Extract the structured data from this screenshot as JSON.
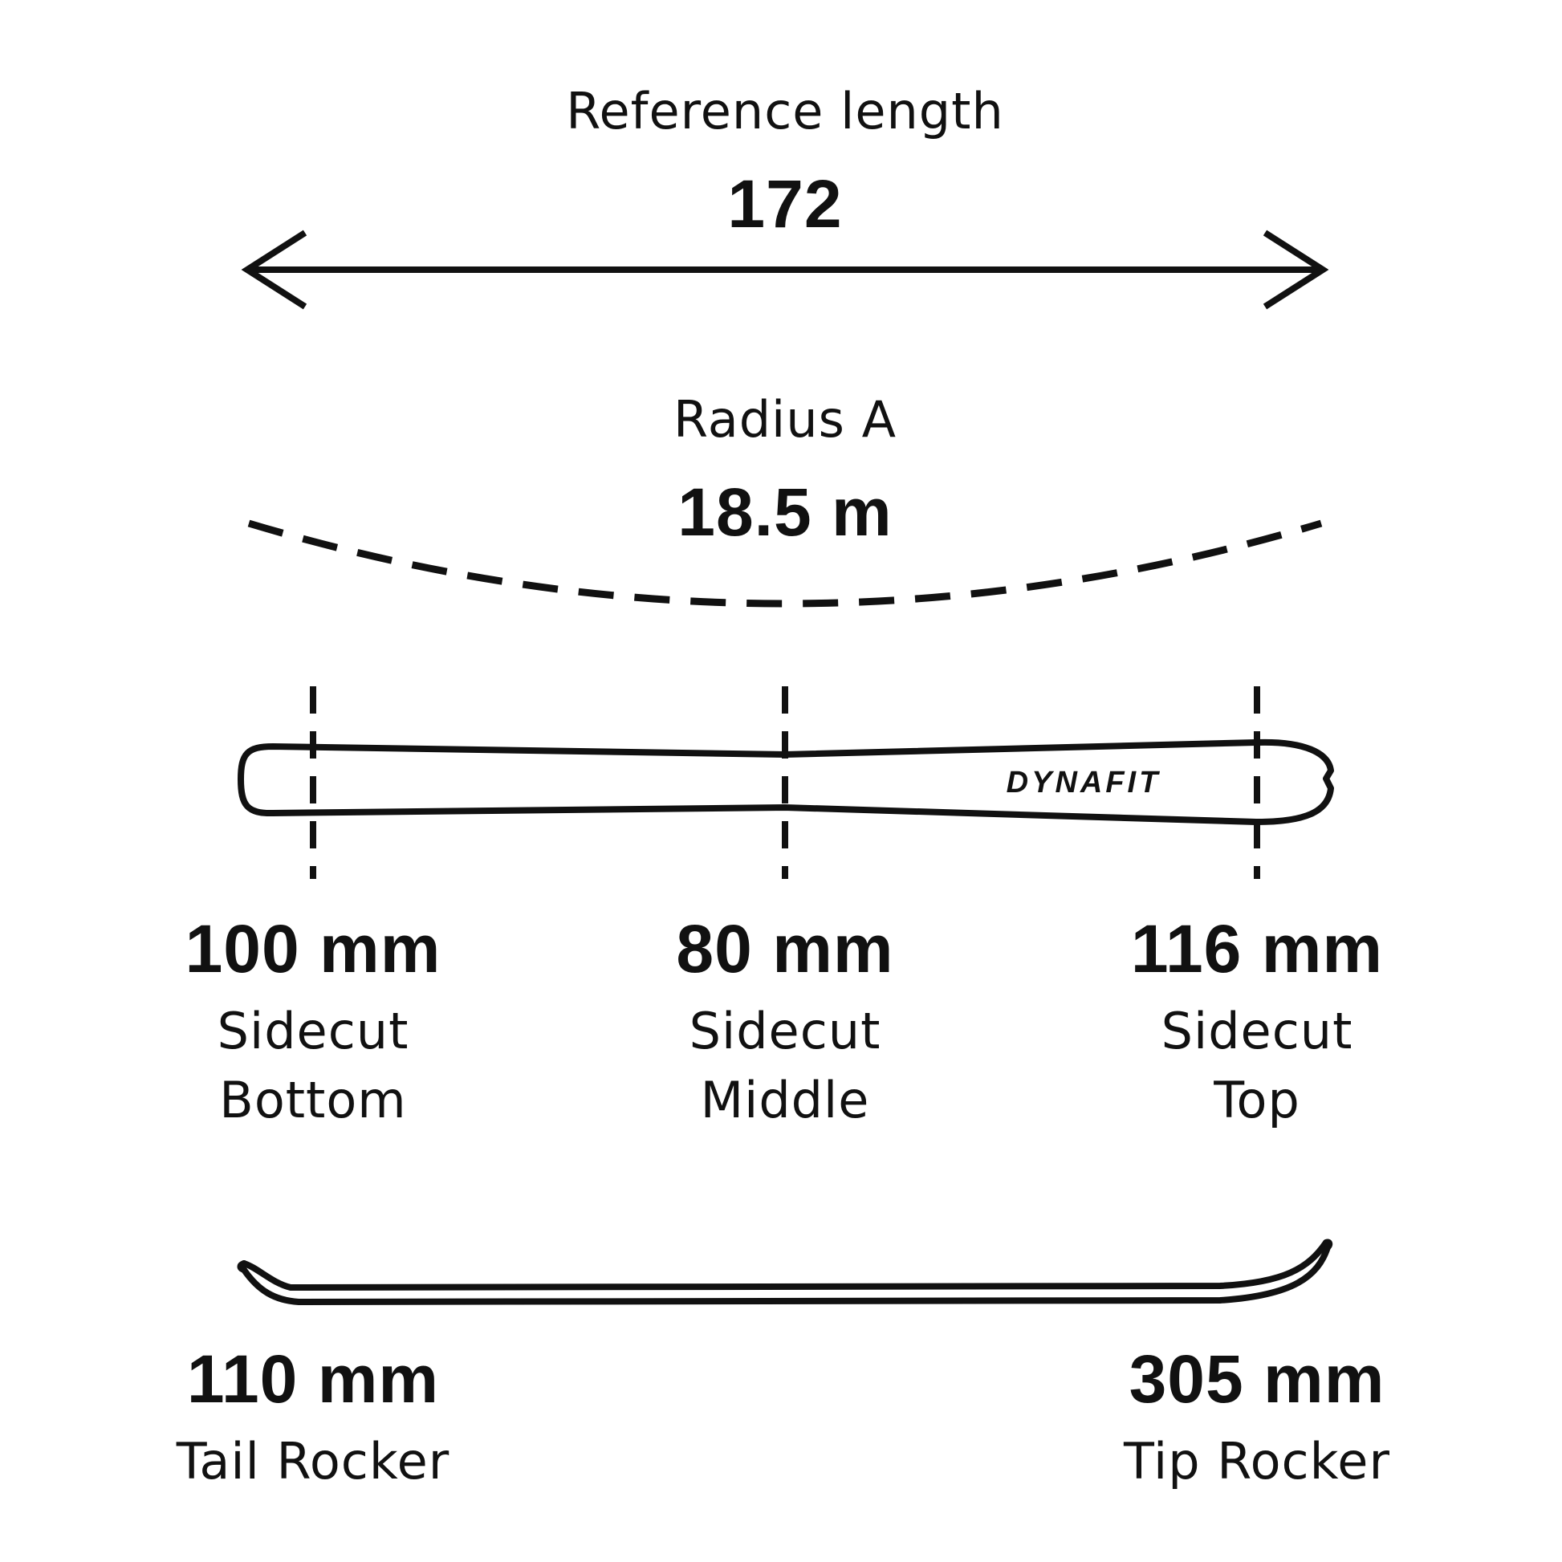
{
  "reference_length": {
    "label": "Reference length",
    "value": "172"
  },
  "radius": {
    "label": "Radius A",
    "value": "18.5 m"
  },
  "brand_logo_text": "DYNAFIT",
  "sidecut": [
    {
      "value": "100 mm",
      "label_line1": "Sidecut",
      "label_line2": "Bottom"
    },
    {
      "value": "80 mm",
      "label_line1": "Sidecut",
      "label_line2": "Middle"
    },
    {
      "value": "116 mm",
      "label_line1": "Sidecut",
      "label_line2": "Top"
    }
  ],
  "rocker": [
    {
      "value": "110 mm",
      "label": "Tail Rocker"
    },
    {
      "value": "305 mm",
      "label": "Tip Rocker"
    }
  ],
  "colors": {
    "ink": "#111111",
    "background": "#ffffff"
  }
}
